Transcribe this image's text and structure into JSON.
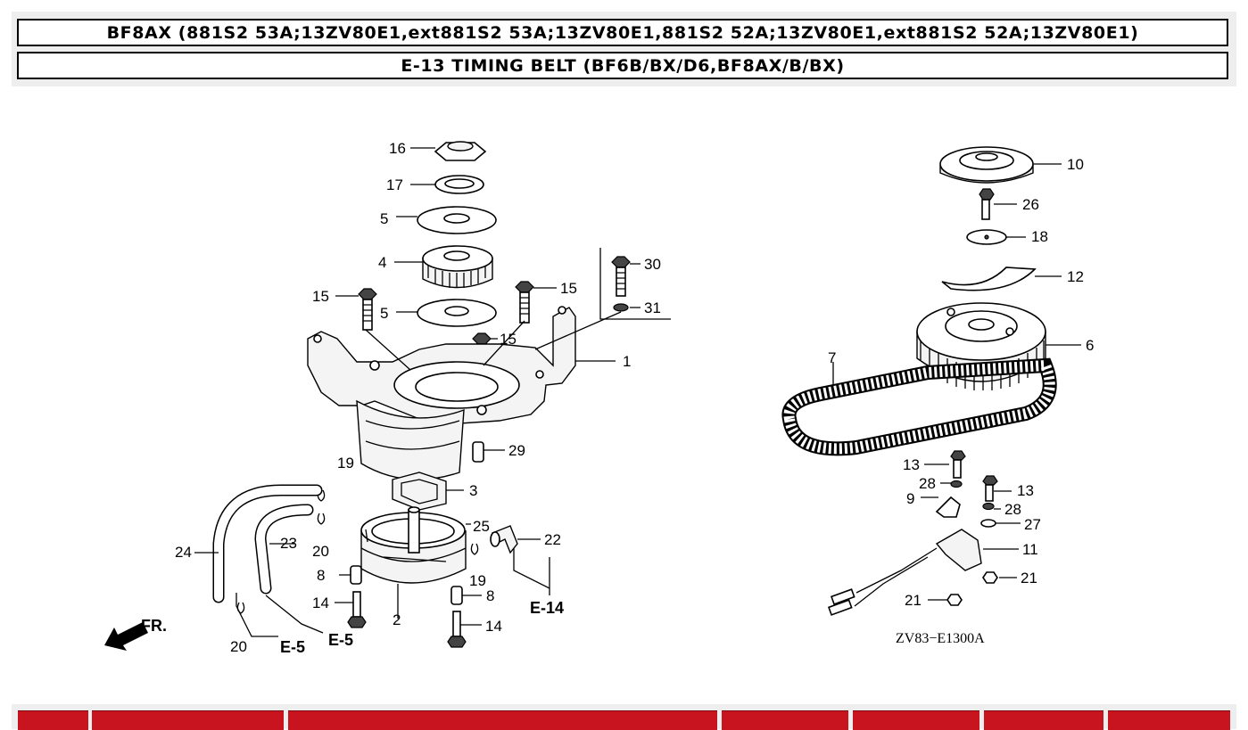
{
  "header": {
    "model_title": "BF8AX (881S2 53A;13ZV80E1,ext881S2 53A;13ZV80E1,881S2 52A;13ZV80E1,ext881S2 52A;13ZV80E1)",
    "section_title": "E-13 TIMING BELT (BF6B/BX/D6,BF8AX/B/BX)"
  },
  "diagram": {
    "drawing_code": "ZV83−E1300A",
    "front_marker": "FR.",
    "callouts": {
      "c1": "1",
      "c2": "2",
      "c3": "3",
      "c4": "4",
      "c5a": "5",
      "c5b": "5",
      "c6": "6",
      "c7": "7",
      "c8a": "8",
      "c8b": "8",
      "c9": "9",
      "c10": "10",
      "c11": "11",
      "c12": "12",
      "c13a": "13",
      "c13b": "13",
      "c14a": "14",
      "c14b": "14",
      "c15a": "15",
      "c15b": "15",
      "c15c": "15",
      "c16": "16",
      "c17": "17",
      "c18": "18",
      "c19a": "19",
      "c19b": "19",
      "c20a": "20",
      "c20b": "20",
      "c21a": "21",
      "c21b": "21",
      "c22": "22",
      "c23": "23",
      "c24": "24",
      "c25": "25",
      "c26": "26",
      "c27": "27",
      "c28a": "28",
      "c28b": "28",
      "c29": "29",
      "c30": "30",
      "c31": "31"
    },
    "references": {
      "e14": "E-14",
      "e5a": "E-5",
      "e5b": "E-5"
    }
  },
  "colors": {
    "table_header_red": "#c8141e",
    "header_bg": "#eeeeee"
  }
}
